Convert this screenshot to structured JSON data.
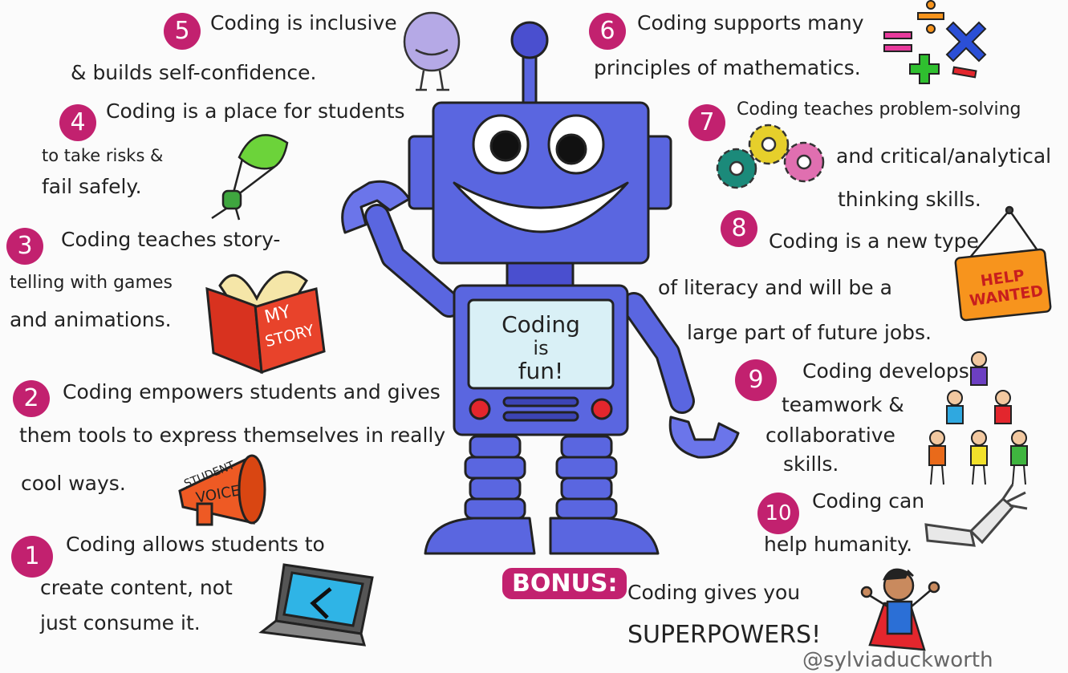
{
  "header": {
    "partial_text": ""
  },
  "points": [
    {
      "n": "5",
      "lines": [
        "Coding is inclusive",
        "& builds self-confidence."
      ]
    },
    {
      "n": "6",
      "lines": [
        "Coding supports many",
        "principles of mathematics."
      ]
    },
    {
      "n": "4",
      "lines": [
        "Coding is a place for students",
        "to take risks &",
        "fail safely."
      ]
    },
    {
      "n": "7",
      "lines": [
        "Coding teaches problem-solving",
        "and critical/analytical",
        "thinking skills."
      ]
    },
    {
      "n": "3",
      "lines": [
        "Coding teaches story-",
        "telling with games",
        "and animations."
      ]
    },
    {
      "n": "8",
      "lines": [
        "Coding is a new type",
        "of literacy and will be a",
        "large part of future jobs."
      ]
    },
    {
      "n": "2",
      "lines": [
        "Coding empowers students and gives",
        "them tools to express themselves in really",
        "cool ways."
      ]
    },
    {
      "n": "9",
      "lines": [
        "Coding develops",
        "teamwork &",
        "collaborative",
        "skills."
      ]
    },
    {
      "n": "1",
      "lines": [
        "Coding allows students to",
        "create content, not",
        "just consume it."
      ]
    },
    {
      "n": "10",
      "lines": [
        "Coding can",
        "help humanity."
      ]
    }
  ],
  "bonus": {
    "label": "BONUS:",
    "line1": "Coding gives you",
    "line2": "SUPERPOWERS!"
  },
  "robot": {
    "screen": [
      "Coding",
      "is",
      "fun!"
    ]
  },
  "book": {
    "line1": "MY",
    "line2": "STORY"
  },
  "megaphone": {
    "line1": "STUDENT",
    "line2": "VOICE"
  },
  "sign": {
    "line1": "HELP",
    "line2": "WANTED"
  },
  "credit": "@sylviaduckworth",
  "colors": {
    "accent": "#c2216f",
    "robot": "#5a66e0",
    "robot_dark": "#3c44b5"
  }
}
